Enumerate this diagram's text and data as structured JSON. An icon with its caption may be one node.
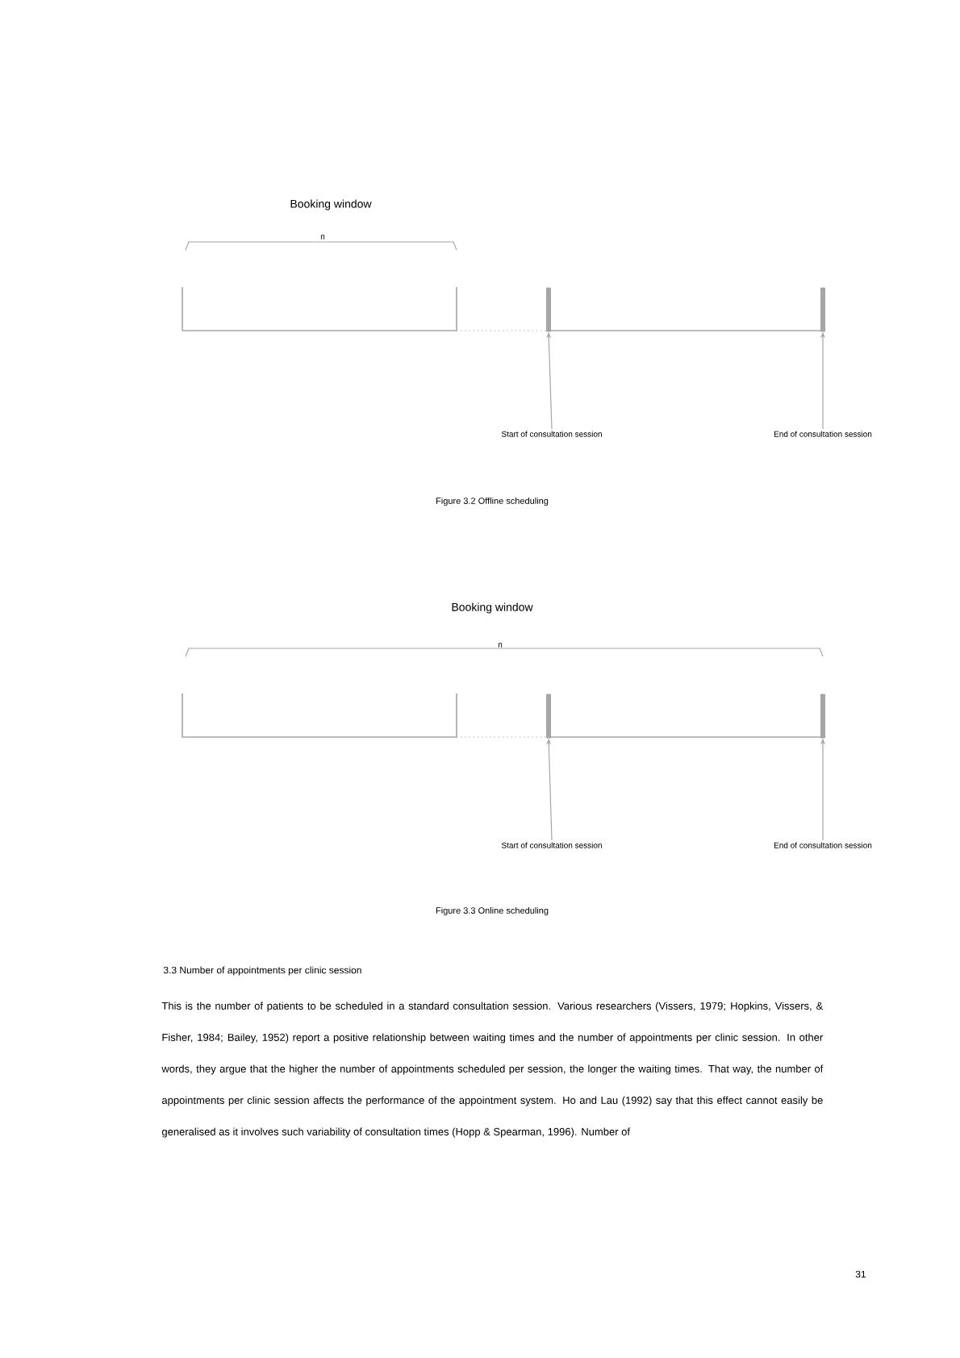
{
  "diagram": {
    "nodes": [
      {
        "text": [],
        "shape": "bar"
      },
      {
        "text": [],
        "shape": "bar"
      },
      {
        "text": [
          "Start of consultation session"
        ]
      },
      {
        "text": [
          "End of consultation session"
        ]
      },
      {
        "text": [],
        "shape": "bar"
      },
      {
        "text": [],
        "shape": "bar"
      },
      {
        "text": [
          "Start of consultation session"
        ]
      },
      {
        "text": [
          "End of consultation session"
        ]
      }
    ],
    "edges": [
      {
        "from": 2,
        "to": 0,
        "arrow": "to"
      },
      {
        "from": 3,
        "to": 1,
        "arrow": "to"
      },
      {
        "from": 6,
        "to": 4,
        "arrow": "to"
      },
      {
        "from": 7,
        "to": 5,
        "arrow": "to"
      }
    ],
    "labels": [
      "Booking window",
      "n",
      "Figure 3.2 Offline scheduling",
      "Booking window",
      "n",
      "Figure 3.3 Online scheduling",
      "3.3 Number of appointments per clinic session",
      "This is the number of patients to be scheduled in a standard consultation session. Various researchers (Vissers, 1979; Hopkins, Vissers, & Fisher, 1984; Bailey, 1952) report a positive relationship between waiting times and the number of appointments per clinic session. In other words, they argue that the higher the number of appointments scheduled per session, the longer the waiting times. That way, the number of appointments per clinic session affects the performance of the appointment system. Ho and Lau (1992) say that this effect cannot easily be generalised as it involves such variability of consultation times (Hopp & Spearman, 1996). Number of",
      "31"
    ]
  }
}
